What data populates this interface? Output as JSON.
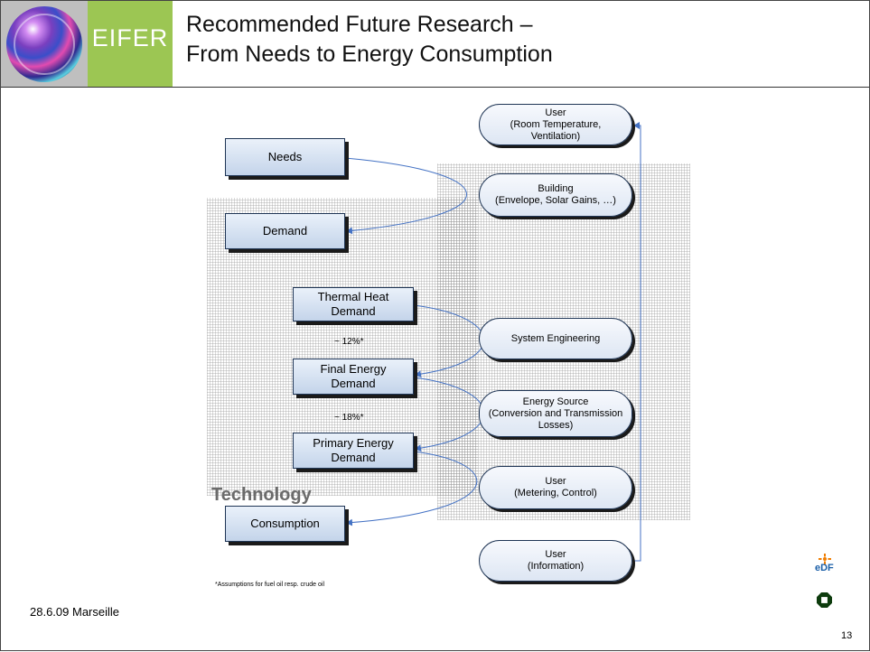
{
  "header": {
    "brand": "EIFER",
    "title_line1": "Recommended Future Research –",
    "title_line2": "From Needs to Energy Consumption"
  },
  "diagram": {
    "boxes": {
      "needs": "Needs",
      "demand": "Demand",
      "thermal_line1": "Thermal Heat",
      "thermal_line2": "Demand",
      "final_line1": "Final Energy",
      "final_line2": "Demand",
      "primary_line1": "Primary Energy",
      "primary_line2": "Demand",
      "consumption": "Consumption"
    },
    "percentages": {
      "thermal_to_final": "~ 12%*",
      "final_to_primary": "~ 18%*"
    },
    "factors": {
      "user_room_line1": "User",
      "user_room_line2": "(Room Temperature,",
      "user_room_line3": "Ventilation)",
      "building_line1": "Building",
      "building_line2": "(Envelope, Solar Gains, …)",
      "system_engineering": "System Engineering",
      "energy_source_line1": "Energy Source",
      "energy_source_line2": "(Conversion and Transmission",
      "energy_source_line3": "Losses)",
      "user_metering_line1": "User",
      "user_metering_line2": "(Metering, Control)",
      "user_info_line1": "User",
      "user_info_line2": "(Information)"
    },
    "region_label": "Technology",
    "footnote": "*Assumptions for fuel oil resp. crude oil"
  },
  "footer": {
    "date_location": "28.6.09 Marseille",
    "page_number": "13",
    "edf_logo_text": "eDF"
  },
  "colors": {
    "brand_green": "#9cc653",
    "connector_blue": "#4472c4",
    "edf_orange": "#f07d00",
    "edf_blue": "#1b5fa8",
    "box_fill": "#c4d4ea"
  }
}
